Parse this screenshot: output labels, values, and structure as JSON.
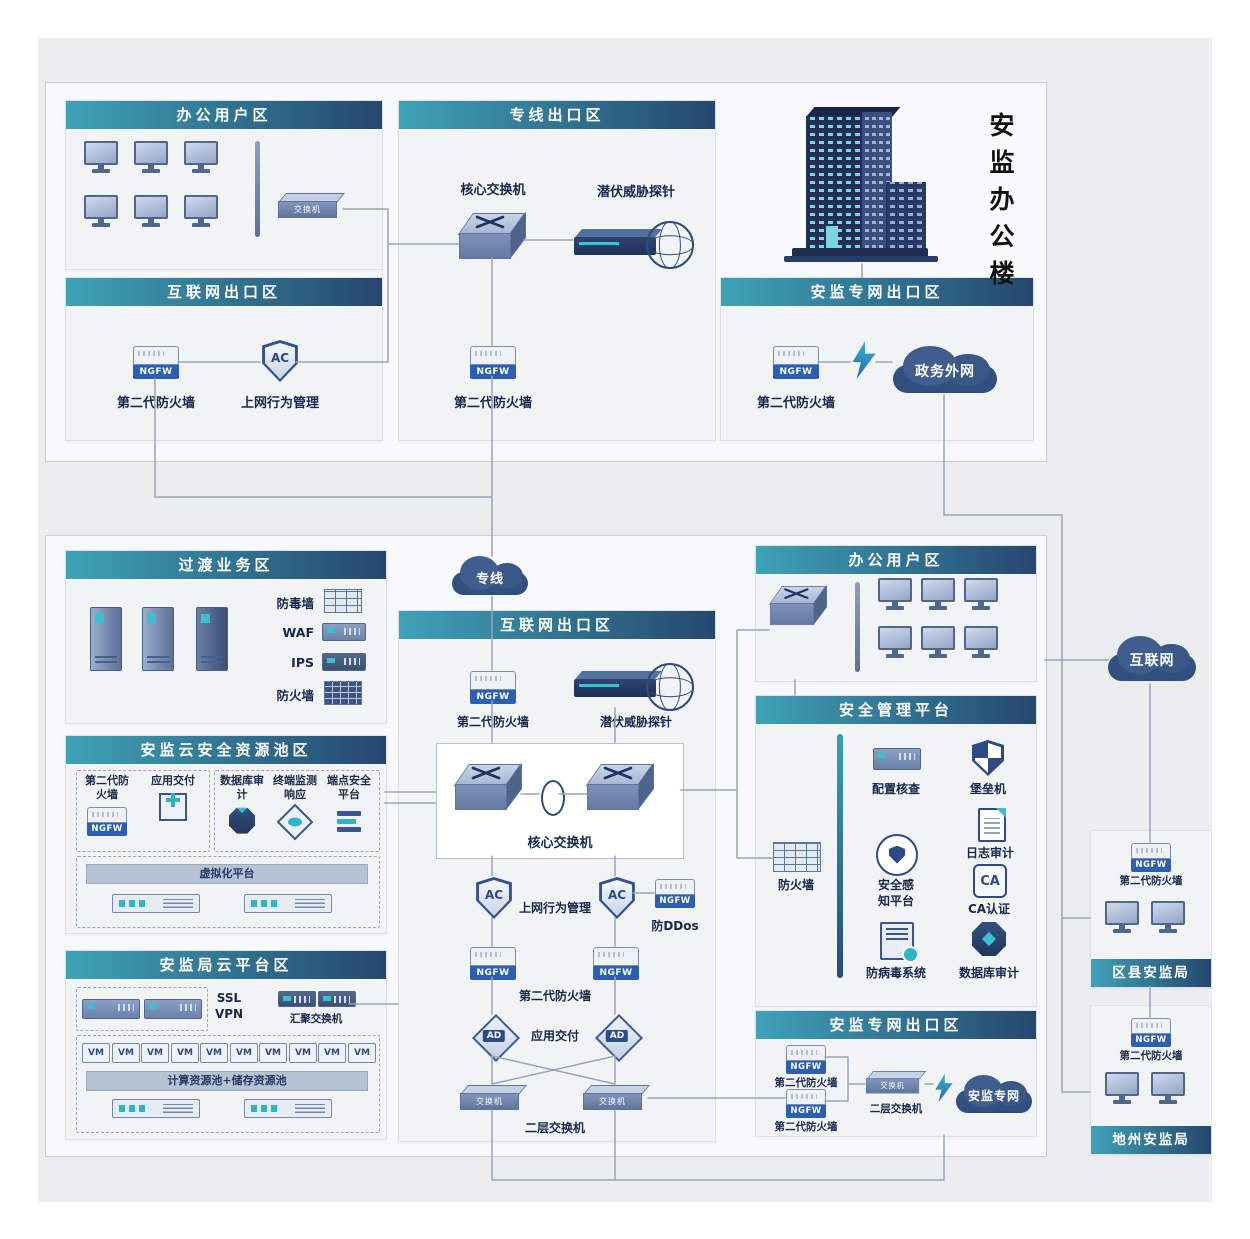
{
  "labels": {
    "ngfw": "NGFW",
    "ac": "AC",
    "ad": "AD",
    "ca": "CA",
    "vm": "VM",
    "switch": "交换机",
    "fw2": "第二代防火墙",
    "behavior": "上网行为管理",
    "core_switch": "核心交换机",
    "probe": "潜伏威胁探针",
    "l2_switch": "二层交换机",
    "app_delivery": "应用交付",
    "ddos": "防DDos",
    "ssl_vpn": "SSL VPN",
    "agg_switch": "汇聚交换机"
  },
  "top": {
    "office_title": "办公用户区",
    "internet_exit_title": "互联网出口区",
    "line_exit_title": "专线出口区",
    "private_exit_title": "安监专网出口区",
    "gov_cloud": "政务外网",
    "building": "安监办公楼"
  },
  "bottom": {
    "transition_title": "过渡业务区",
    "transition_items": [
      "防毒墙",
      "WAF",
      "IPS",
      "防火墙"
    ],
    "line_cloud": "专线",
    "internet_exit_title": "互联网出口区",
    "office_title": "办公用户区",
    "security_title": "安全管理平台",
    "security_items": [
      "配置核查",
      "堡垒机",
      "日志审计",
      "安全感知平台",
      "CA认证",
      "防病毒系统",
      "数据库审计",
      "防火墙"
    ],
    "pool_title": "安监云安全资源池区",
    "pool_items": [
      "第二代防火墙",
      "应用交付",
      "数据库审计",
      "终端监测响应",
      "端点安全平台"
    ],
    "virtual_platform": "虚拟化平台",
    "bureau_title": "安监局云平台区",
    "resource_pool": "计算资源池+储存资源池",
    "private_exit_title": "安监专网出口区",
    "private_cloud": "安监专网"
  },
  "right": {
    "internet_cloud": "互联网",
    "district_title": "区县安监局",
    "prefecture_title": "地州安监局"
  }
}
